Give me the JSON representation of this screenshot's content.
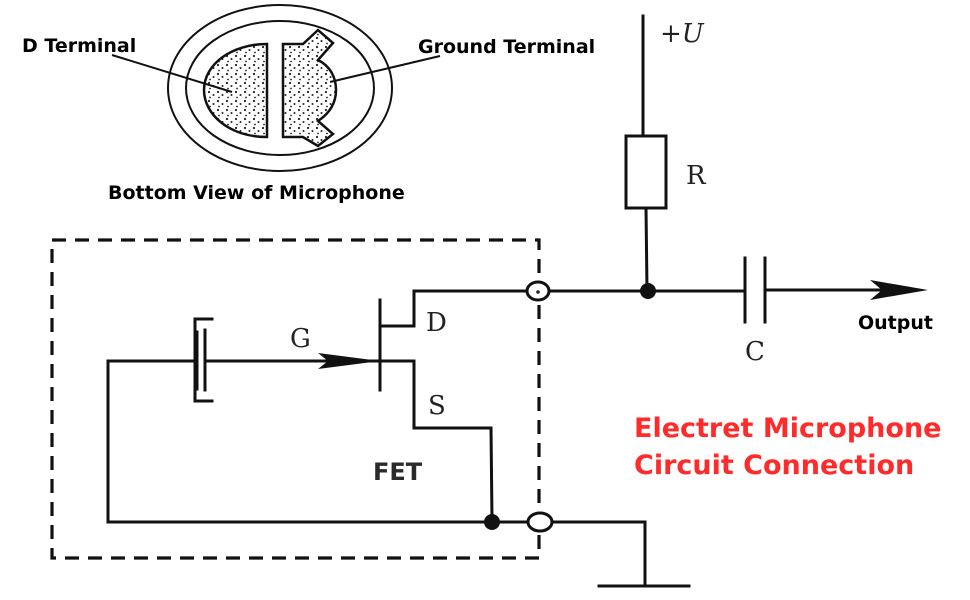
{
  "microphone_view": {
    "d_terminal_label": "D Terminal",
    "ground_terminal_label": "Ground Terminal",
    "caption": "Bottom View of Microphone"
  },
  "circuit": {
    "supply_label": "+U",
    "resistor_label": "R",
    "capacitor_label": "C",
    "output_label": "Output",
    "gate_label": "G",
    "drain_label": "D",
    "source_label": "S",
    "fet_label": "FET"
  },
  "title": {
    "line1": "Electret Microphone",
    "line2": "Circuit Connection",
    "color": "#ff2a2a"
  }
}
